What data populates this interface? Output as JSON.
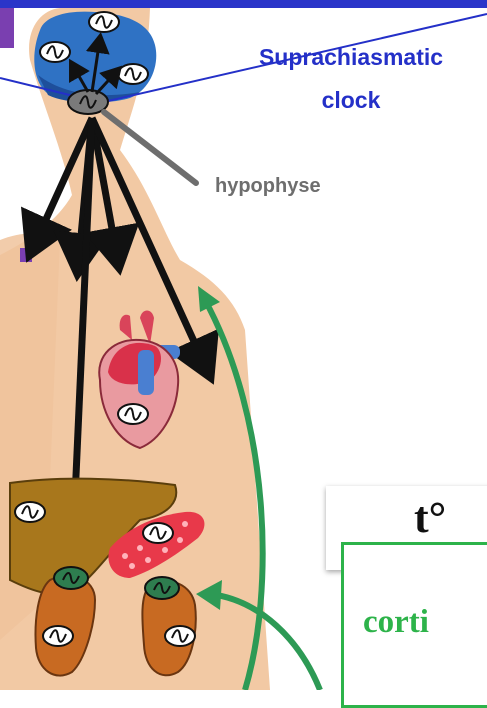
{
  "labels": {
    "scn_line1": "Suprachiasmatic",
    "scn_line2": "clock",
    "hypophyse": "hypophyse",
    "temperature": "t°",
    "cortisol": "corti"
  },
  "icons": {
    "clock_symbol": "sine-wave-clock-icon"
  },
  "colors": {
    "body_skin": "#f2c9a4",
    "brain": "#2f72c4",
    "scn_label": "#2430c8",
    "arrow_black": "#111111",
    "feedback_arrow": "#2d9a55",
    "cortisol_border": "#2db34a",
    "heart": "#d9445a",
    "liver": "#a8771c",
    "kidney": "#c86a22",
    "pancreas": "#e8394a",
    "hypophyse_text": "#6e6e6e"
  }
}
